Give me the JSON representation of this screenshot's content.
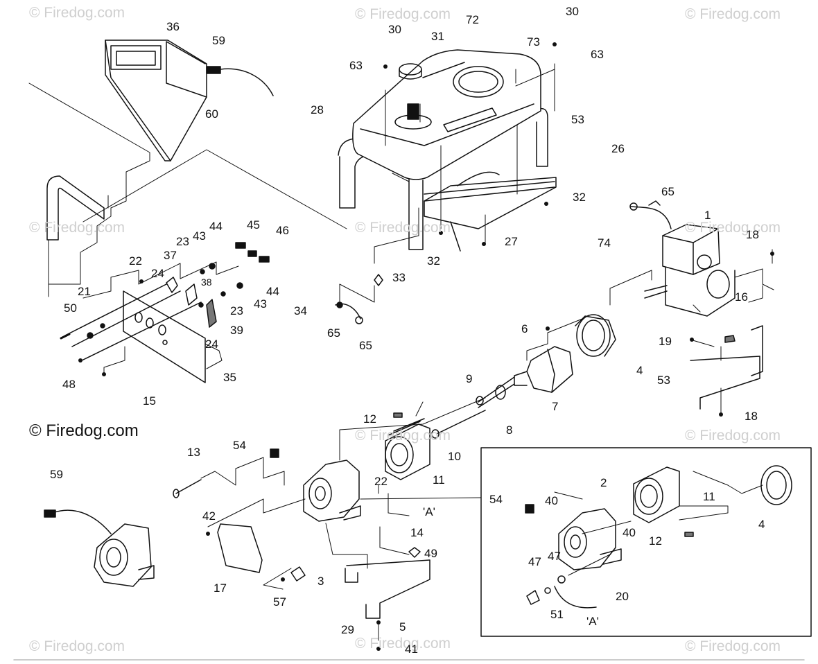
{
  "diagram": {
    "watermark": "© Firedog.com",
    "copyright_notice": "© Firedog.com",
    "labels": {
      "p1": "1",
      "p2": "2",
      "p3": "3",
      "p4a": "4",
      "p4b": "4",
      "p5": "5",
      "p6": "6",
      "p7": "7",
      "p8": "8",
      "p9": "9",
      "p10": "10",
      "p11a": "11",
      "p11b": "11",
      "p12a": "12",
      "p12b": "12",
      "p13": "13",
      "p14": "14",
      "p15": "15",
      "p16": "16",
      "p17": "17",
      "p18a": "18",
      "p18b": "18",
      "p19": "19",
      "p20": "20",
      "p21": "21",
      "p22a": "22",
      "p22b": "22",
      "p23a": "23",
      "p23b": "23",
      "p24a": "24",
      "p24b": "24",
      "p26": "26",
      "p27": "27",
      "p28": "28",
      "p29": "29",
      "p30a": "30",
      "p30b": "30",
      "p31": "31",
      "p32a": "32",
      "p32b": "32",
      "p33": "33",
      "p34": "34",
      "p35": "35",
      "p36": "36",
      "p37": "37",
      "p38": "38",
      "p39": "39",
      "p40a": "40",
      "p40b": "40",
      "p41": "41",
      "p42": "42",
      "p43a": "43",
      "p43b": "43",
      "p44a": "44",
      "p44b": "44",
      "p45": "45",
      "p46": "46",
      "p47a": "47",
      "p47b": "47",
      "p48": "48",
      "p49": "49",
      "p50": "50",
      "p51": "51",
      "p53a": "53",
      "p53b": "53",
      "p54a": "54",
      "p54b": "54",
      "p57": "57",
      "p59a": "59",
      "p59b": "59",
      "p60": "60",
      "p63a": "63",
      "p63b": "63",
      "p65a": "65",
      "p65b": "65",
      "p65c": "65",
      "p72": "72",
      "p73": "73",
      "p74": "74",
      "refA1": "'A'",
      "refA2": "'A'"
    }
  }
}
